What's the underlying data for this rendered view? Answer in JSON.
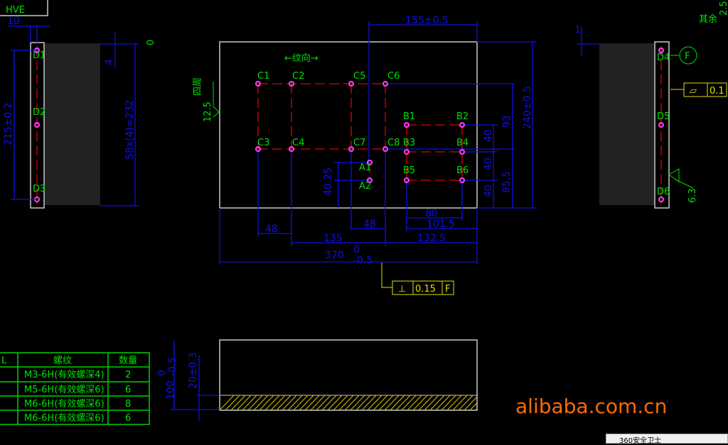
{
  "title_fragment": "HVE",
  "left_view": {
    "dim_width": "10",
    "dim_zero": "0",
    "dim_offset": "4",
    "dim_holes": "215±0.2",
    "dim_pitch": "58x(4)=232",
    "holes": [
      "D1",
      "D2",
      "D3"
    ]
  },
  "front_view": {
    "grain_label": "←纹向→",
    "roughness": "12.5",
    "roughness_note": "四周",
    "holes_c": [
      "C1",
      "C2",
      "C5",
      "C6",
      "C3",
      "C4",
      "C7",
      "C8"
    ],
    "holes_b": [
      "B1",
      "B2",
      "B3",
      "B4",
      "B5",
      "B6"
    ],
    "holes_a": [
      "A1",
      "A2"
    ],
    "dims": {
      "top": "155±0.5",
      "height": "240±0.5",
      "d93": "93",
      "d85": "85.5",
      "d40a": "40",
      "d40b": "40",
      "d40c": "40",
      "d4025": "40.25",
      "d48a": "48",
      "d48b": "48",
      "d80": "80",
      "d101": "101.5",
      "d135": "135",
      "d132": "132.5",
      "d370": "370",
      "tol_up": "0",
      "tol_low": "-0.5"
    },
    "gdt": {
      "symbol": "⊥",
      "value": "0.15",
      "datum": "F"
    }
  },
  "right_view": {
    "dim": "1",
    "holes": [
      "D4",
      "D5",
      "D6"
    ],
    "datum": "F",
    "flatness": {
      "symbol": "▱",
      "value": "0.1"
    },
    "roughness": "6.3",
    "general_note": "其余",
    "general_roughness": "2.5"
  },
  "bottom_view": {
    "dim_thickness": "100",
    "tol_up": "0",
    "tol_low": "-0.5",
    "dim_base": "20±0.3"
  },
  "table": {
    "headers": [
      "L",
      "螺纹",
      "数量"
    ],
    "rows": [
      {
        "thread": "M3-6H(有效螺深4)",
        "qty": "2"
      },
      {
        "thread": "M5-6H(有效螺深6)",
        "qty": "6"
      },
      {
        "thread": "M6-6H(有效螺深6)",
        "qty": "8"
      },
      {
        "thread": "M6-6H(有效螺深6)",
        "qty": "6"
      }
    ]
  },
  "watermark": "alibaba.com.cn",
  "popup_title": "360安全卫士"
}
